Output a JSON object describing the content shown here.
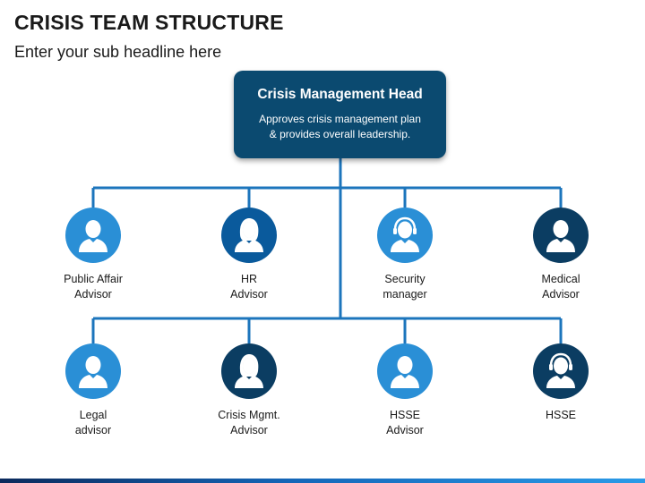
{
  "header": {
    "title": "CRISIS TEAM STRUCTURE",
    "subtitle": "Enter your sub headline here"
  },
  "head": {
    "title": "Crisis Management Head",
    "desc_line1": "Approves crisis management plan",
    "desc_line2": "& provides overall leadership."
  },
  "colors": {
    "head_box": "#0b4a70",
    "connector": "#1c75bc",
    "light_blue": "#2a8fd6",
    "medium_blue": "#0a5a9c",
    "dark_blue": "#0b3d62"
  },
  "row1": [
    {
      "line1": "Public Affair",
      "line2": "Advisor",
      "color": "#2a8fd6",
      "icon": "male-user-icon"
    },
    {
      "line1": "HR",
      "line2": "Advisor",
      "color": "#0a5a9c",
      "icon": "female-user-icon"
    },
    {
      "line1": "Security",
      "line2": "manager",
      "color": "#2a8fd6",
      "icon": "headset-user-icon"
    },
    {
      "line1": "Medical",
      "line2": "Advisor",
      "color": "#0b3d62",
      "icon": "male-user-icon"
    }
  ],
  "row2": [
    {
      "line1": "Legal",
      "line2": "advisor",
      "color": "#2a8fd6",
      "icon": "male-user-icon"
    },
    {
      "line1": "Crisis Mgmt.",
      "line2": "Advisor",
      "color": "#0b3d62",
      "icon": "female-user-icon"
    },
    {
      "line1": "HSSE",
      "line2": "Advisor",
      "color": "#2a8fd6",
      "icon": "male-user-icon"
    },
    {
      "line1": "HSSE",
      "line2": "",
      "color": "#0b3d62",
      "icon": "headset-user-icon"
    }
  ]
}
